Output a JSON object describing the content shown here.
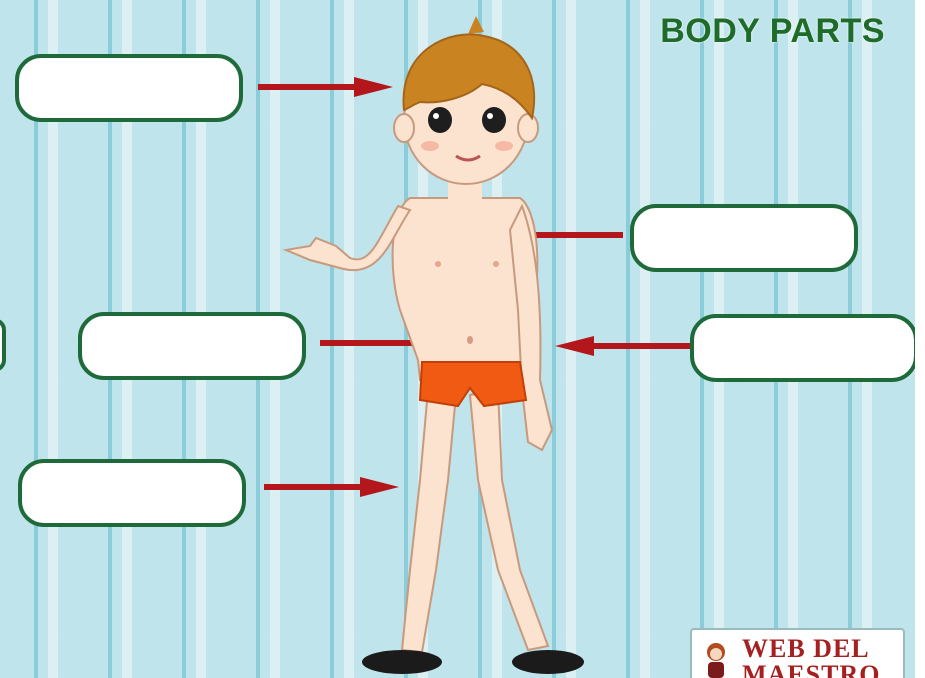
{
  "title": "BODY PARTS",
  "answer_boxes": [
    {
      "id": "head",
      "value": "",
      "placeholder": ""
    },
    {
      "id": "chest",
      "value": "",
      "placeholder": ""
    },
    {
      "id": "arm",
      "value": "",
      "placeholder": ""
    },
    {
      "id": "waist",
      "value": "",
      "placeholder": ""
    },
    {
      "id": "leg",
      "value": "",
      "placeholder": ""
    }
  ],
  "logo": {
    "line1": "WEB DEL",
    "line2": "MAESTRO"
  },
  "colors": {
    "box_border": "#1f6a3a",
    "arrow": "#b3161b",
    "title": "#1e6b2a",
    "background": "#bfe4ec"
  }
}
